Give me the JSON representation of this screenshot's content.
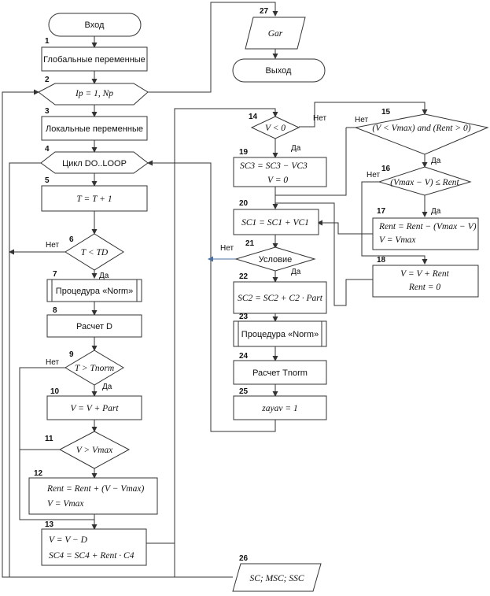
{
  "nodes": {
    "start": {
      "text": "Вход"
    },
    "n1": {
      "num": "1",
      "text": "Глобальные переменные"
    },
    "n2": {
      "num": "2",
      "text": "Ip = 1, Np"
    },
    "n3": {
      "num": "3",
      "text": "Локальные переменные"
    },
    "n4": {
      "num": "4",
      "text": "Цикл DO..LOOP"
    },
    "n5": {
      "num": "5",
      "text": "T = T + 1"
    },
    "n6": {
      "num": "6",
      "text": "T < TD"
    },
    "n7": {
      "num": "7",
      "text": "Процедура «Norm»"
    },
    "n8": {
      "num": "8",
      "text": "Расчет D"
    },
    "n9": {
      "num": "9",
      "text": "T > Tnorm"
    },
    "n10": {
      "num": "10",
      "text": "V = V + Part"
    },
    "n11": {
      "num": "11",
      "text": "V > Vmax"
    },
    "n12": {
      "num": "12",
      "line1": "Rent = Rent + (V − Vmax)",
      "line2": "V = Vmax"
    },
    "n13": {
      "num": "13",
      "line1": "V = V − D",
      "line2": "SC4 = SC4 + Rent · C4"
    },
    "n14": {
      "num": "14",
      "text": "V < 0"
    },
    "n15": {
      "num": "15",
      "text": "(V < Vmax) and (Rent > 0)"
    },
    "n16": {
      "num": "16",
      "text": "(Vmax − V) ≤ Rent"
    },
    "n17": {
      "num": "17",
      "line1": "Rent = Rent − (Vmax − V)",
      "line2": "V = Vmax"
    },
    "n18": {
      "num": "18",
      "line1": "V = V + Rent",
      "line2": "Rent = 0"
    },
    "n19": {
      "num": "19",
      "line1": "SC3 = SC3 − VC3",
      "line2": "V = 0"
    },
    "n20": {
      "num": "20",
      "text": "SC1 = SC1 + VC1"
    },
    "n21": {
      "num": "21",
      "text": "Условие"
    },
    "n22": {
      "num": "22",
      "text": "SC2 = SC2 + C2 · Part"
    },
    "n23": {
      "num": "23",
      "text": "Процедура «Norm»"
    },
    "n24": {
      "num": "24",
      "text": "Расчет Tnorm"
    },
    "n25": {
      "num": "25",
      "text": "zayav = 1"
    },
    "n26": {
      "num": "26",
      "text": "SC; MSC; SSC"
    },
    "n27": {
      "num": "27",
      "text": "Gar"
    },
    "end": {
      "text": "Выход"
    }
  },
  "labels": {
    "yes": "Да",
    "no": "Нет"
  }
}
